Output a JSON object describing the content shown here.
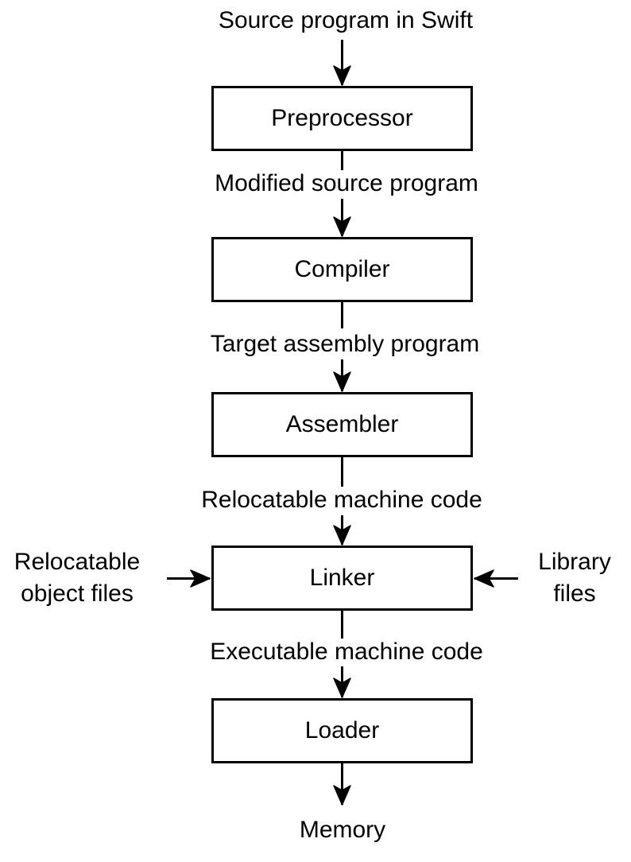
{
  "diagram": {
    "source_label": "Source program in Swift",
    "nodes": {
      "preprocessor": "Preprocessor",
      "compiler": "Compiler",
      "assembler": "Assembler",
      "linker": "Linker",
      "loader": "Loader"
    },
    "flow_labels": {
      "modified": "Modified source program",
      "target": "Target assembly program",
      "relocatable": "Relocatable machine code",
      "executable": "Executable machine code"
    },
    "side_inputs": {
      "left": "Relocatable\nobject files",
      "right": "Library\nfiles"
    },
    "sink_label": "Memory",
    "colors": {
      "stroke": "#000000",
      "box_fill": "#ffffff",
      "background": "#ffffff",
      "text": "#000000"
    }
  }
}
